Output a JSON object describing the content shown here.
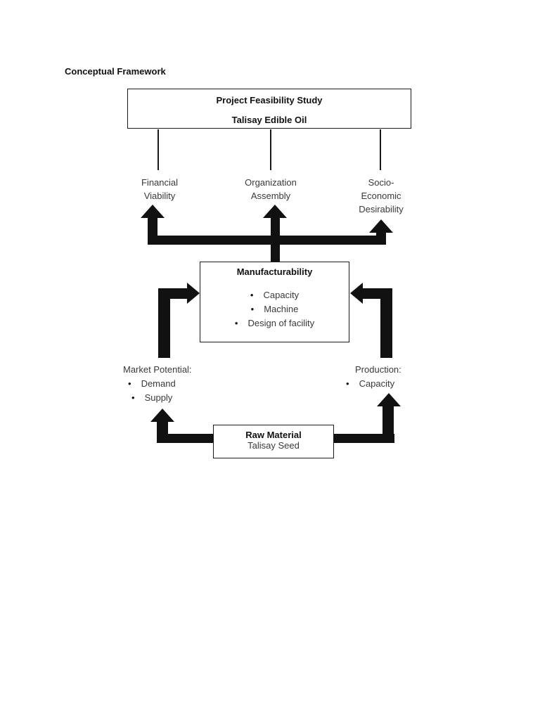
{
  "page": {
    "heading": "Conceptual Framework"
  },
  "bullet_char": "•",
  "top_box": {
    "line1": "Project Feasibility Study",
    "line2": "Talisay Edible Oil"
  },
  "branches": [
    {
      "id": "financial-viability",
      "label_lines": [
        "Financial",
        "Viability"
      ]
    },
    {
      "id": "organization-assembly",
      "label_lines": [
        "Organization",
        "Assembly"
      ]
    },
    {
      "id": "socio-economic-desirability",
      "label_lines": [
        "Socio-",
        "Economic",
        "Desirability"
      ]
    }
  ],
  "manufacturability": {
    "title": "Manufacturability",
    "bullets": [
      "Capacity",
      "Machine",
      "Design of facility"
    ]
  },
  "market_potential": {
    "heading": "Market Potential:",
    "bullets": [
      "Demand",
      "Supply"
    ]
  },
  "production": {
    "heading": "Production:",
    "bullets": [
      "Capacity"
    ]
  },
  "raw_material": {
    "title": "Raw Material",
    "subtitle": "Talisay Seed"
  },
  "colors": {
    "background": "#ffffff",
    "line": "#111111",
    "text": "#3a3a3a",
    "bold_text": "#111111"
  }
}
